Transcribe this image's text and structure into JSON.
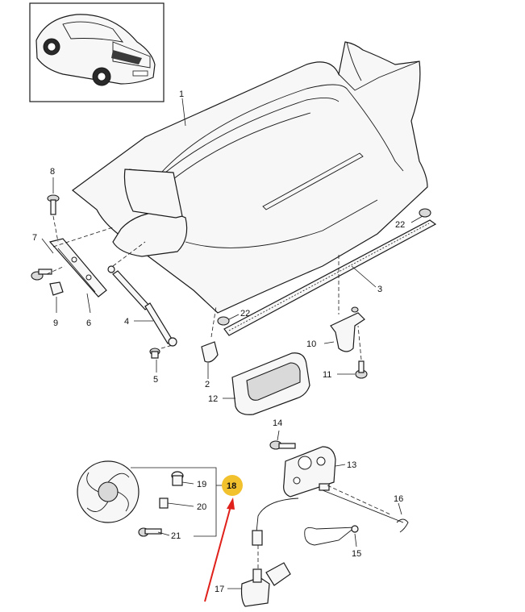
{
  "callouts": {
    "c1": "1",
    "c2": "2",
    "c3": "3",
    "c4": "4",
    "c5": "5",
    "c6": "6",
    "c7": "7",
    "c8": "8",
    "c9": "9",
    "c10": "10",
    "c11": "11",
    "c12": "12",
    "c13": "13",
    "c14": "14",
    "c15": "15",
    "c16": "16",
    "c17": "17",
    "c18": "18",
    "c19": "19",
    "c20": "20",
    "c21": "21",
    "c22a": "22",
    "c22b": "22"
  },
  "colors": {
    "highlight": "#f2c12e",
    "arrow": "#e0201a",
    "line": "#1a1a1a"
  },
  "icons": {
    "thumbnail": "car-rear-icon",
    "arrow": "red-arrow-icon"
  }
}
